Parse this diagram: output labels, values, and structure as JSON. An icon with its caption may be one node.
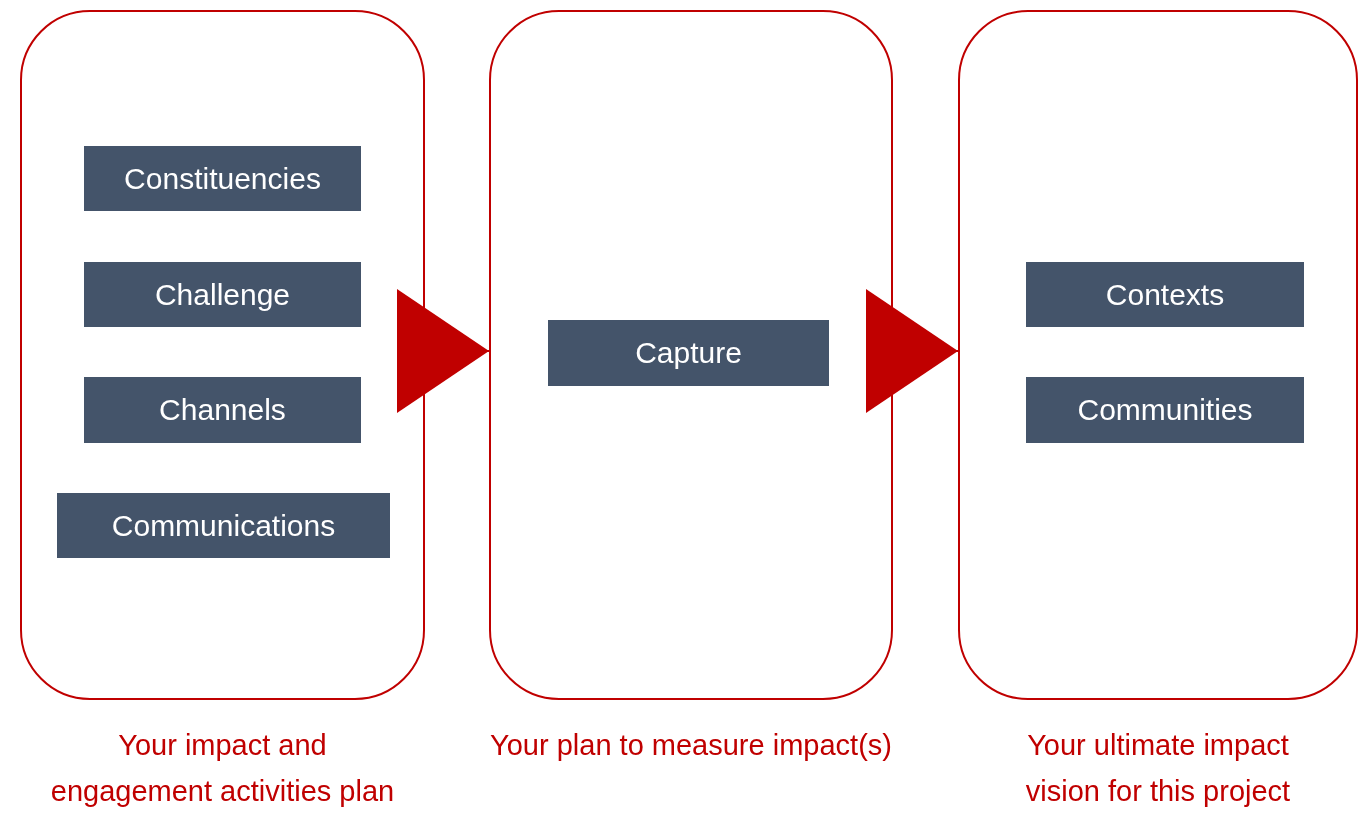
{
  "diagram": {
    "nodes": [
      {
        "text": [
          "Your impact and engagement activities plan"
        ]
      },
      {
        "text": [
          "Constituencies"
        ],
        "in": 0
      },
      {
        "text": [
          "Challenge"
        ],
        "in": 0
      },
      {
        "text": [
          "Channels"
        ],
        "in": 0
      },
      {
        "text": [
          "Communications"
        ],
        "in": 0
      },
      {
        "text": [
          "Your plan to measure impact(s)"
        ]
      },
      {
        "text": [
          "Capture"
        ],
        "in": 5
      },
      {
        "text": [
          "Your ultimate impact vision for this project"
        ]
      },
      {
        "text": [
          "Contexts"
        ],
        "in": 7
      },
      {
        "text": [
          "Communities"
        ],
        "in": 7
      }
    ],
    "edges": [
      {
        "from": 0,
        "to": 5,
        "arrow": "to"
      },
      {
        "from": 5,
        "to": 7,
        "arrow": "to"
      }
    ]
  }
}
